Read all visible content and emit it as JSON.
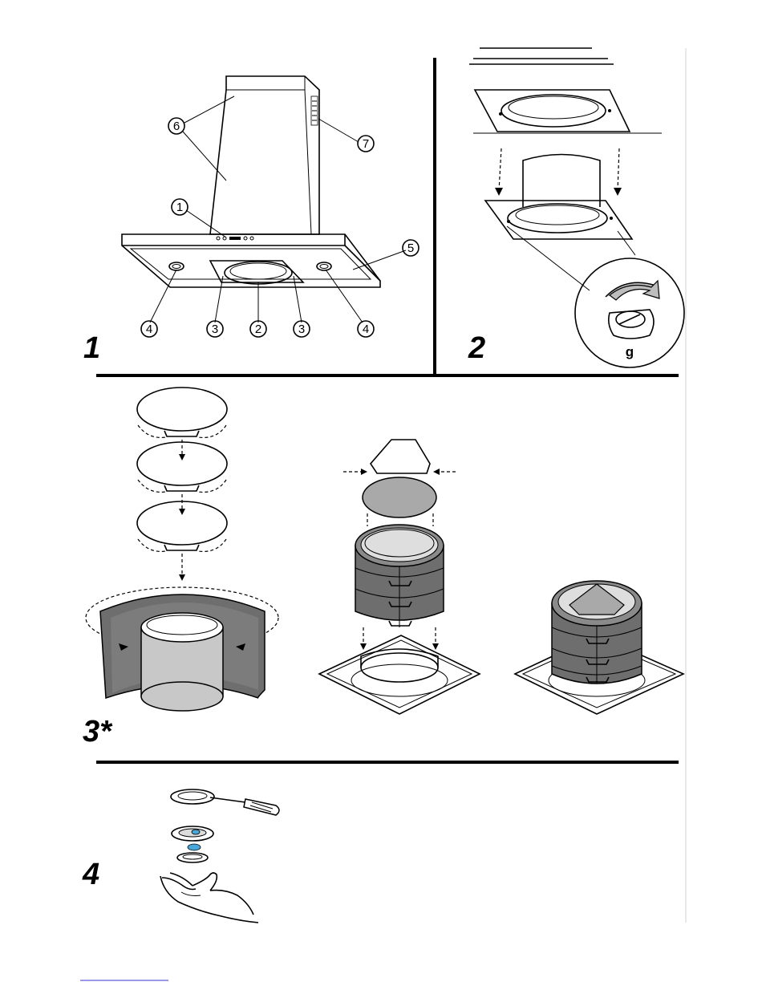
{
  "figures": [
    {
      "id": "fig1",
      "label": "1"
    },
    {
      "id": "fig2",
      "label": "2"
    },
    {
      "id": "fig3",
      "label": "3*"
    },
    {
      "id": "fig4",
      "label": "4"
    }
  ],
  "fig1_callouts": [
    "6",
    "7",
    "1",
    "5",
    "4",
    "3",
    "2",
    "3",
    "4"
  ],
  "fig2_detail_label": "g",
  "colors": {
    "line": "#000000",
    "filter_dark": "#6e6e6e",
    "filter_mid": "#a9a9a9",
    "filter_light": "#c8c8c8",
    "accent_blue": "#4aa8d8"
  }
}
